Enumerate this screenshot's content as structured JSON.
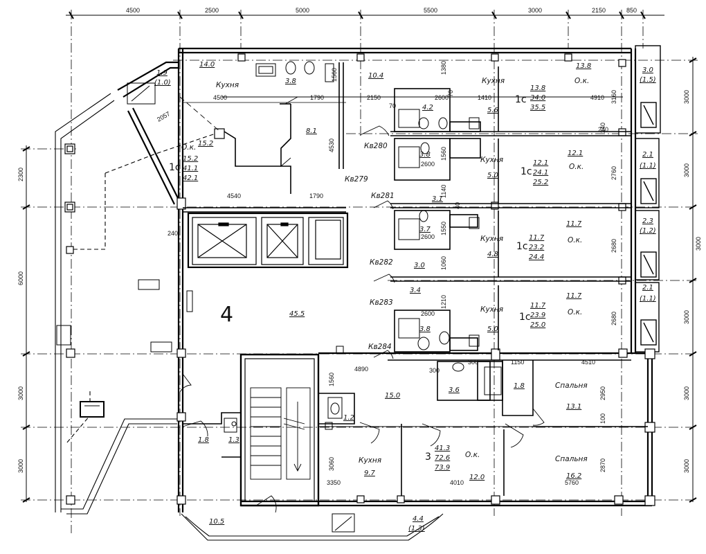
{
  "top_dims": [
    "4500",
    "2500",
    "5000",
    "5500",
    "3000",
    "2150",
    "850"
  ],
  "left_dims": [
    "2300",
    "6000",
    "3000",
    "3000"
  ],
  "right_dims": [
    "3000",
    "3000",
    "3000",
    "3000",
    "3000",
    "3000"
  ],
  "inner_dims": {
    "d4500": "4500",
    "d1790a": "1790",
    "d2150": "2150",
    "d1410": "1410",
    "d4910": "4910",
    "d4540": "4540",
    "d1790b": "1790",
    "d2057": "2057",
    "d240a": "240",
    "d240b": "240",
    "d4890": "4890",
    "d300a": "300",
    "d300b": "300",
    "d1150": "1150",
    "d4510": "4510",
    "d3350": "3350",
    "d4010": "4010",
    "d5760": "5760",
    "d1560a": "1560",
    "d1380": "1380",
    "d4530": "4530",
    "d3160": "3160",
    "d2760": "2760",
    "d2680a": "2680",
    "d2680b": "2680",
    "d1560b": "1560",
    "d2950": "2950",
    "d100": "100",
    "d2870": "2870",
    "d3060": "3060",
    "d1060": "1060",
    "d1210": "1210",
    "d1140": "1140",
    "d2600a": "2600",
    "d2600b": "2600",
    "d2600c": "2600",
    "d2600d": "2600",
    "d70a": "70",
    "d70b": "70",
    "d40": "40",
    "d240c": "240",
    "d1560c": "1560",
    "d1550": "1550"
  },
  "rooms": {
    "r14_0": "14.0",
    "kitchen1": "Кухня",
    "r3_8a": "3.8",
    "r10_4": "10.4",
    "r1_9": "1.9",
    "r1_0": "(1.0)",
    "r15_2": "15.2",
    "r8_1": "8.1",
    "ok1": "О.к.",
    "t1c_a": "1с",
    "a15_2": "15.2",
    "a41_1": "41.1",
    "a42_1": "42.1",
    "r4_2": "4.2",
    "kitchen2": "Кухня",
    "r5_6": "5.6",
    "t1c_b": "1с",
    "b13_8": "13.8",
    "b34_0": "34.0",
    "b35_5": "35.5",
    "r13_8": "13.8",
    "ok2": "О.к.",
    "r3_0a": "3.0",
    "r1_5": "(1.5)",
    "r3_8b": "3.8",
    "kitchen3": "Кухня",
    "r5_0a": "5.0",
    "t1c_c": "1с",
    "c12_1": "12.1",
    "c24_1": "24.1",
    "c25_2": "25.2",
    "r12_1": "12.1",
    "ok3": "О.к.",
    "r2_1a": "2.1",
    "r1_1a": "(1.1)",
    "r3_7": "3.7",
    "kitchen4": "Кухня",
    "r4_8": "4.8",
    "t1c_d": "1с",
    "d11_7": "11.7",
    "d23_2": "23.2",
    "d24_4": "24.4",
    "r11_7a": "11.7",
    "ok4": "О.к.",
    "r2_3": "2.3",
    "r1_2": "(1.2)",
    "r3_0b": "3.0",
    "r3_4": "3.4",
    "r3_8c": "3.8",
    "kitchen5": "Кухня",
    "r5_0b": "5.0",
    "t1c_e": "1с",
    "e11_7": "11.7",
    "e23_9": "23.9",
    "e25_0": "25.0",
    "r11_7b": "11.7",
    "ok5": "О.к.",
    "r2_1b": "2.1",
    "r1_1b": "(1.1)",
    "r3_1": "3.1",
    "hall_num": "4",
    "hall_area": "45.5",
    "r15_0": "15.0",
    "r3_6": "3.6",
    "r1_8a": "1.8",
    "bed1": "Спальня",
    "r13_1": "13.1",
    "r1_2b": "1.2",
    "t3": "3",
    "f41_3": "41.3",
    "f72_6": "72.6",
    "f73_9": "73.9",
    "ok6": "О.к.",
    "kitchen6": "Кухня",
    "r9_7": "9.7",
    "r12_0": "12.0",
    "bed2": "Спальня",
    "r16_2": "16.2",
    "r1_8b": "1.8",
    "r1_3": "1.3",
    "r10_5": "10.5",
    "r4_4": "4.4",
    "r1_3b": "(1.3)"
  },
  "shafts": [
    "Кв280",
    "Кв279",
    "Кв281",
    "Кв282",
    "Кв283",
    "Кв284"
  ]
}
